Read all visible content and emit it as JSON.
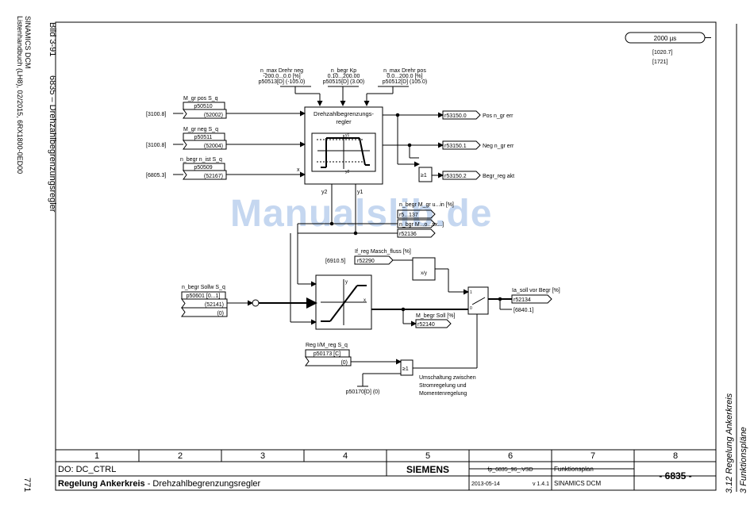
{
  "margin": {
    "product": "SINAMICS DCM",
    "manual": "Listenhandbuch (LH8), 02/2015, 6RX1800-0ED00",
    "figure_no": "Bild 3-91",
    "figure_title": "6835 – Drehzahlbegrenzungsregler",
    "page_number": "771",
    "chapter": "3 Funktionspläne",
    "section": "3.12 Regelung Ankerkreis"
  },
  "watermark": "Manualslib.de",
  "sample_time": "2000 µs",
  "sample_refs": [
    "[1020.7]",
    "[1721]"
  ],
  "params_top": [
    {
      "l1": "n_max Drehr neg",
      "l2": "-200.0...0.0 [%]",
      "l3": "p50513[D] (-105.0)"
    },
    {
      "l1": "n_begr Kp",
      "l2": "0.10...200.00",
      "l3": "p50515[D] (3.00)"
    },
    {
      "l1": "n_max Drehr pos",
      "l2": "0.0...200.0 [%]",
      "l3": "p50512[D] (105.0)"
    }
  ],
  "inputs": [
    {
      "ref": "[3100.8]",
      "label": "M_gr pos S_q",
      "param": "p50510",
      "default": "(52002)"
    },
    {
      "ref": "[3100.8]",
      "label": "M_gr neg S_q",
      "param": "p50511",
      "default": "(52004)"
    },
    {
      "ref": "[6805.3]",
      "label": "n_begr n_ist S_q",
      "param": "p50509",
      "default": "(52167)"
    }
  ],
  "controller": {
    "title1": "Drehzahlbegrenzungs-",
    "title2": "regler",
    "y1": "y1",
    "y2": "y2",
    "x": "x"
  },
  "outputs": [
    {
      "param": "r53150.0",
      "label": "Pos n_gr err"
    },
    {
      "param": "r53150.1",
      "label": "Neg n_gr err"
    },
    {
      "param": "r53150.2",
      "label": "Begr_reg akt"
    }
  ],
  "or_label": "≥1",
  "mid_outputs": [
    {
      "label": "n_begr M_gr u...in [%]",
      "param": "r5...137"
    },
    {
      "label": "n_bgr M...o...sx...]",
      "param": ""
    },
    {
      "label": "",
      "param": "r52136"
    }
  ],
  "flux": {
    "label": "If_reg Masch_fluss [%]",
    "ref": "[6910.5]",
    "param": "r52290",
    "block": "x/y"
  },
  "setpoint_in": {
    "label": "n_begr Sollw S_q",
    "param": "p50601 [0...1]",
    "v1": "(52141)",
    "v2": "(0)"
  },
  "limiter": {
    "y": "y",
    "x": "x"
  },
  "out_main": {
    "label": "Ia_soll vor Begr [%]",
    "param": "r52134",
    "ref": "[6840.1]"
  },
  "m_begr": {
    "label": "M_begr Soll [%]",
    "param": "r52140"
  },
  "switch": {
    "s1": "1",
    "s0": "0"
  },
  "reg_select": {
    "label": "Reg I/M_reg S_q",
    "param": "p50173 [C]",
    "value": "(0)",
    "p_bottom": "p50170[D] (0)"
  },
  "switch_text": [
    "Umschaltung zwischen",
    "Stromregelung und",
    "Momentenregelung"
  ],
  "footer": {
    "cols": [
      "1",
      "2",
      "3",
      "4",
      "5",
      "6",
      "7",
      "8"
    ],
    "do": "DO: DC_CTRL",
    "title_bold": "Regelung Ankerkreis",
    "title_rest": " - Drehzahlbegrenzungsregler",
    "brand": "SIEMENS",
    "file": "fp_6835_96_.VSD",
    "date": "2013-05-14",
    "version": "v 1.4.1",
    "kind": "Funktionsplan",
    "product": "SINAMICS DCM",
    "sheet": "- 6835 -"
  }
}
